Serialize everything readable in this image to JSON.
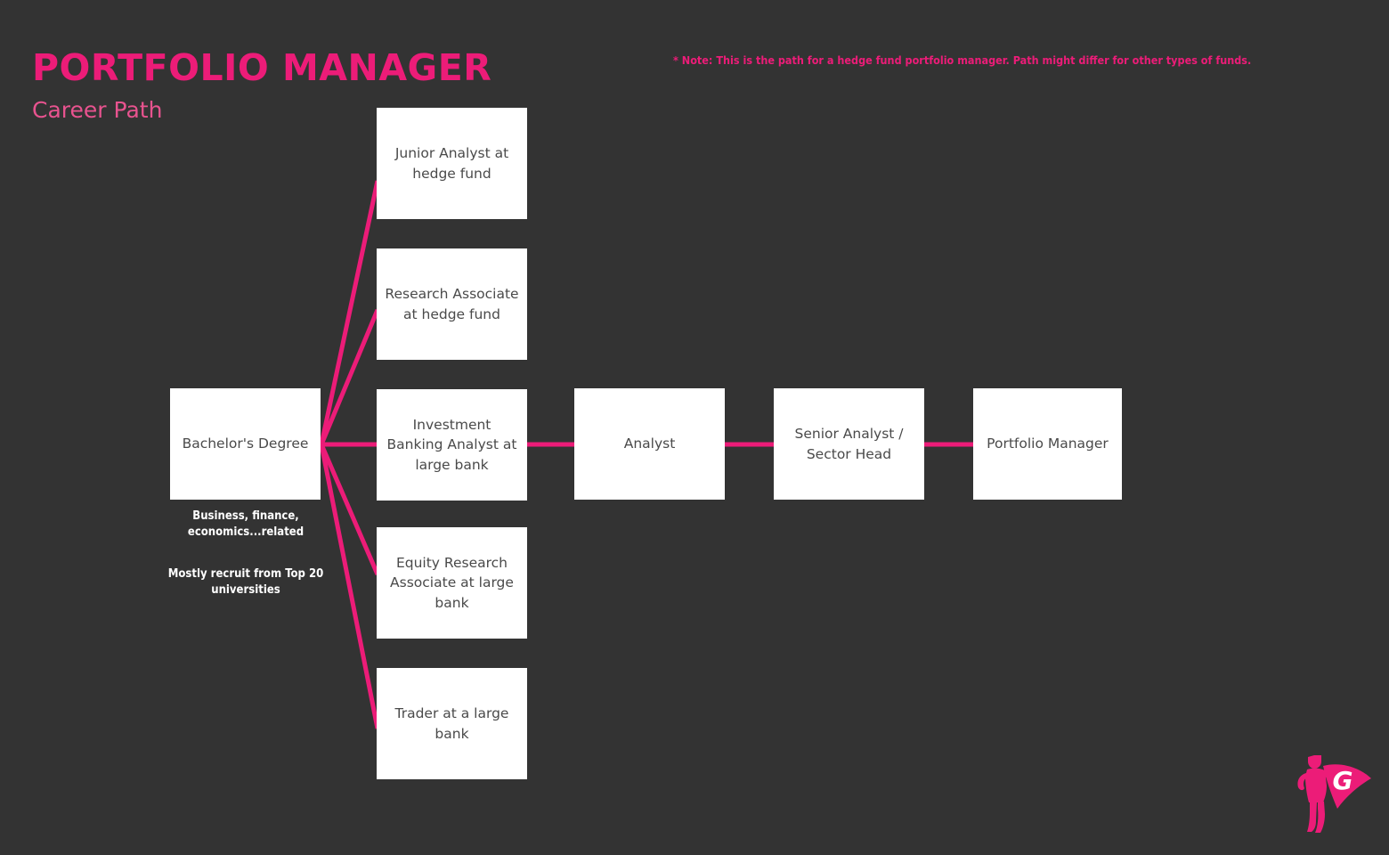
{
  "header": {
    "title": "PORTFOLIO MANAGER",
    "subtitle": "Career Path",
    "note": "* Note: This is the path for a hedge fund portfolio manager. Path might differ for other types of funds."
  },
  "colors": {
    "background": "#333333",
    "accent_pink": "#EC1C78",
    "subtitle_pink": "#E8538F",
    "node_fill": "#FFFFFF",
    "node_text": "#4A4A4A",
    "caption_text": "#FFFFFF"
  },
  "nodes": {
    "bachelor": "Bachelor's Degree",
    "junior_analyst": "Junior Analyst at\nhedge fund",
    "research_associate": "Research Associate\nat hedge fund",
    "ib_analyst": "Investment\nBanking Analyst at\nlarge bank",
    "equity_research": "Equity Research\nAssociate at large\nbank",
    "trader": "Trader at a large\nbank",
    "analyst": "Analyst",
    "senior_analyst": "Senior Analyst /\nSector Head",
    "portfolio_manager": "Portfolio Manager"
  },
  "captions": {
    "majors": "Business, finance,\neconomics...related",
    "recruiting": "Mostly recruit from Top 20\nuniversities"
  },
  "logo": {
    "letter": "G",
    "name": "superhero-logo"
  },
  "chart_data": {
    "type": "diagram",
    "title": "PORTFOLIO MANAGER Career Path",
    "nodes": [
      {
        "id": "bachelor",
        "label": "Bachelor's Degree",
        "column": 0,
        "row": 2
      },
      {
        "id": "junior_analyst",
        "label": "Junior Analyst at hedge fund",
        "column": 1,
        "row": 0
      },
      {
        "id": "research_associate",
        "label": "Research Associate at hedge fund",
        "column": 1,
        "row": 1
      },
      {
        "id": "ib_analyst",
        "label": "Investment Banking Analyst at large bank",
        "column": 1,
        "row": 2
      },
      {
        "id": "equity_research",
        "label": "Equity Research Associate at large bank",
        "column": 1,
        "row": 3
      },
      {
        "id": "trader",
        "label": "Trader at a large bank",
        "column": 1,
        "row": 4
      },
      {
        "id": "analyst",
        "label": "Analyst",
        "column": 2,
        "row": 2
      },
      {
        "id": "senior_analyst",
        "label": "Senior Analyst / Sector Head",
        "column": 3,
        "row": 2
      },
      {
        "id": "portfolio_manager",
        "label": "Portfolio Manager",
        "column": 4,
        "row": 2
      }
    ],
    "edges": [
      {
        "from": "bachelor",
        "to": "junior_analyst"
      },
      {
        "from": "bachelor",
        "to": "research_associate"
      },
      {
        "from": "bachelor",
        "to": "ib_analyst"
      },
      {
        "from": "bachelor",
        "to": "equity_research"
      },
      {
        "from": "bachelor",
        "to": "trader"
      },
      {
        "from": "ib_analyst",
        "to": "analyst"
      },
      {
        "from": "analyst",
        "to": "senior_analyst"
      },
      {
        "from": "senior_analyst",
        "to": "portfolio_manager"
      }
    ],
    "annotations": [
      "Business, finance, economics...related",
      "Mostly recruit from Top 20 universities",
      "* Note: This is the path for a hedge fund portfolio manager. Path might differ for other types of funds."
    ]
  }
}
